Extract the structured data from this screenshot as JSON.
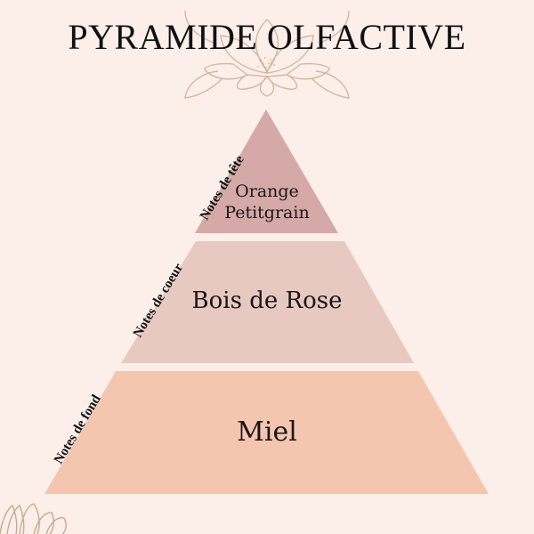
{
  "title": "PYRAMIDE OLFACTIVE",
  "colors": {
    "background": "#fcefea",
    "top_tier": "#d4a9a8",
    "middle_tier": "#e8c9c2",
    "bottom_tier": "#f4c6b0",
    "flower_outline": "#c9a98c",
    "text": "#111111"
  },
  "pyramid": {
    "top": {
      "side_label": "Notes de tête",
      "line1": "Orange",
      "line2": "Petitgrain"
    },
    "middle": {
      "side_label": "Notes de coeur",
      "label": "Bois de Rose"
    },
    "bottom": {
      "side_label": "Notes de fond",
      "label": "Miel"
    }
  },
  "decorations": [
    "flower-outline-top",
    "flower-outline-bottom-left"
  ]
}
